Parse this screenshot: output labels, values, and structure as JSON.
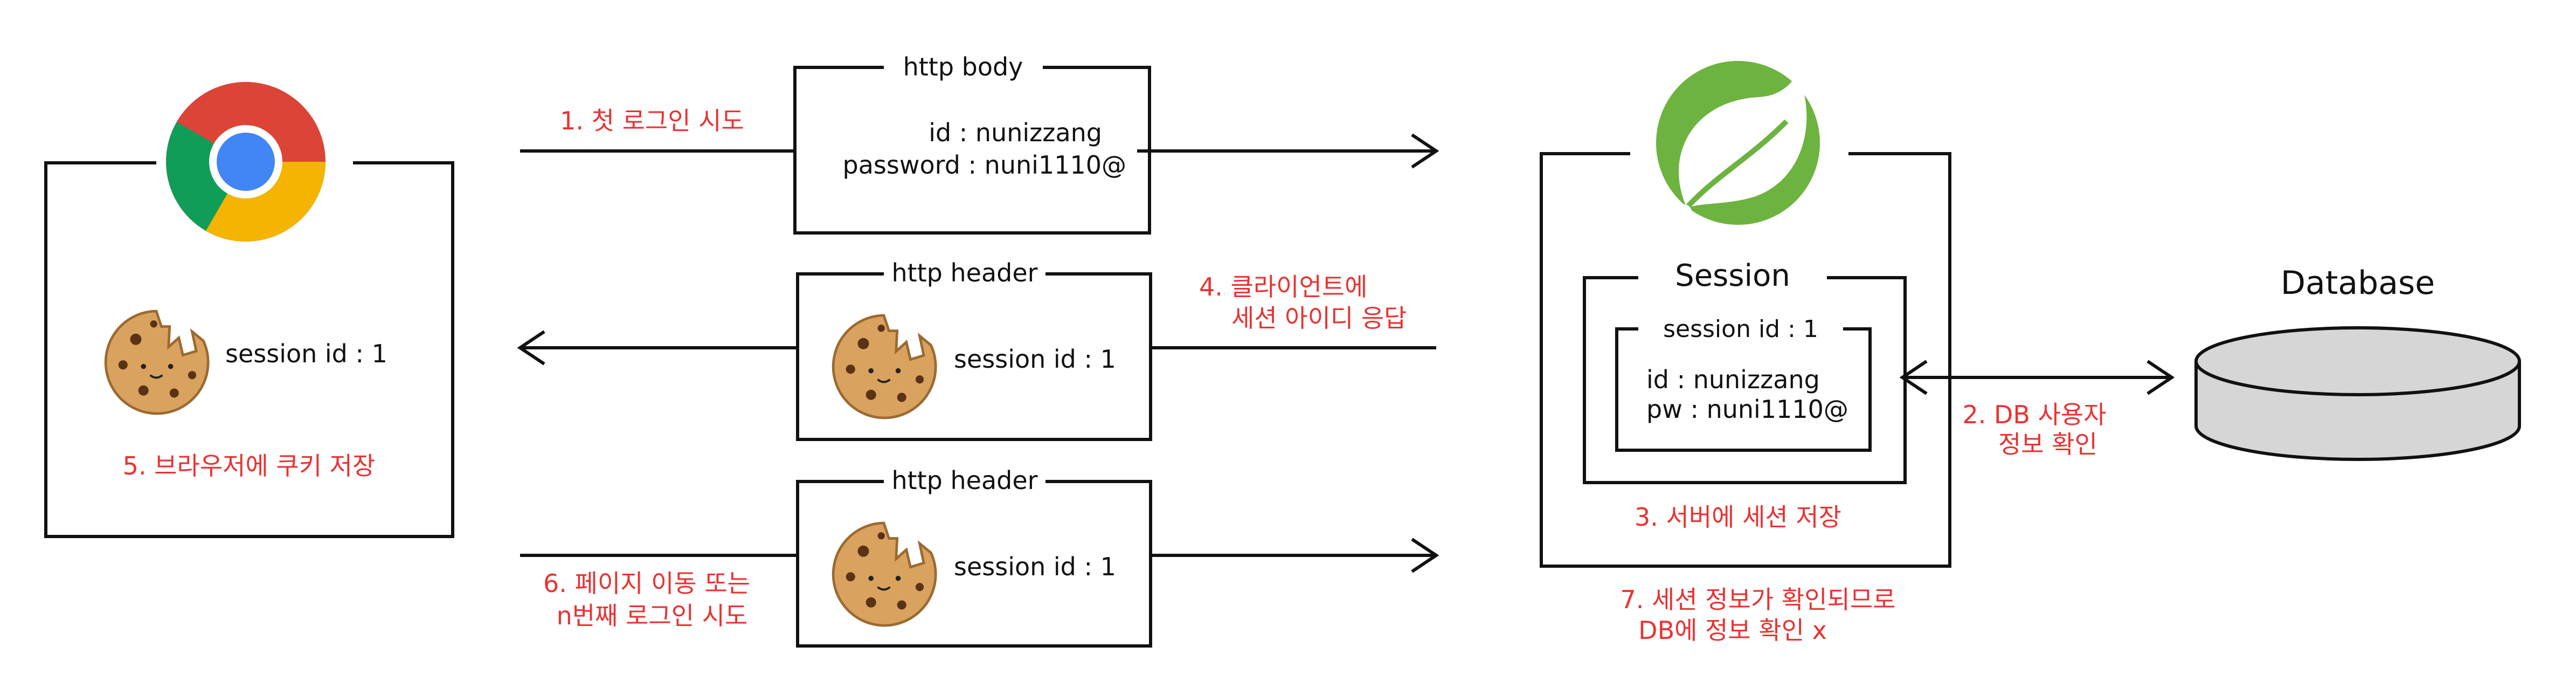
{
  "colors": {
    "line": "#111111",
    "annotation": "#ea3232",
    "cookie_base": "#d9a25f",
    "cookie_chip": "#5a3216",
    "db_fill": "#d6d6d6",
    "spring_green": "#6db33f"
  },
  "icons": {
    "browser": "chrome-logo-icon",
    "server": "spring-leaf-icon",
    "cookie": "cookie-icon",
    "database": "database-cylinder-icon"
  },
  "client": {
    "cookie_label": "session id : 1",
    "caption": "5. 브라우저에 쿠키 저장"
  },
  "requests": {
    "login": {
      "step_label": "1. 첫 로그인 시도",
      "box_title": "http body",
      "line1": "id : nunizzang",
      "line2": "password : nuni1110@"
    },
    "response": {
      "step_label_1": "4. 클라이언트에",
      "step_label_2": "세션 아이디 응답",
      "box_title": "http header",
      "cookie_label": "session id : 1"
    },
    "repeat": {
      "step_label_1": "6. 페이지 이동 또는",
      "step_label_2": "n번째 로그인 시도",
      "box_title": "http header",
      "cookie_label": "session id : 1"
    }
  },
  "server": {
    "session_title": "Session",
    "entry_title": "session id : 1",
    "entry_line1": "id : nunizzang",
    "entry_line2": "pw : nuni1110@",
    "caption": "3. 서버에 세션 저장",
    "note_1": "7. 세션 정보가 확인되므로",
    "note_2": "DB에 정보 확인 x"
  },
  "database": {
    "title": "Database",
    "check_label_1": "2. DB 사용자",
    "check_label_2": "정보 확인"
  }
}
